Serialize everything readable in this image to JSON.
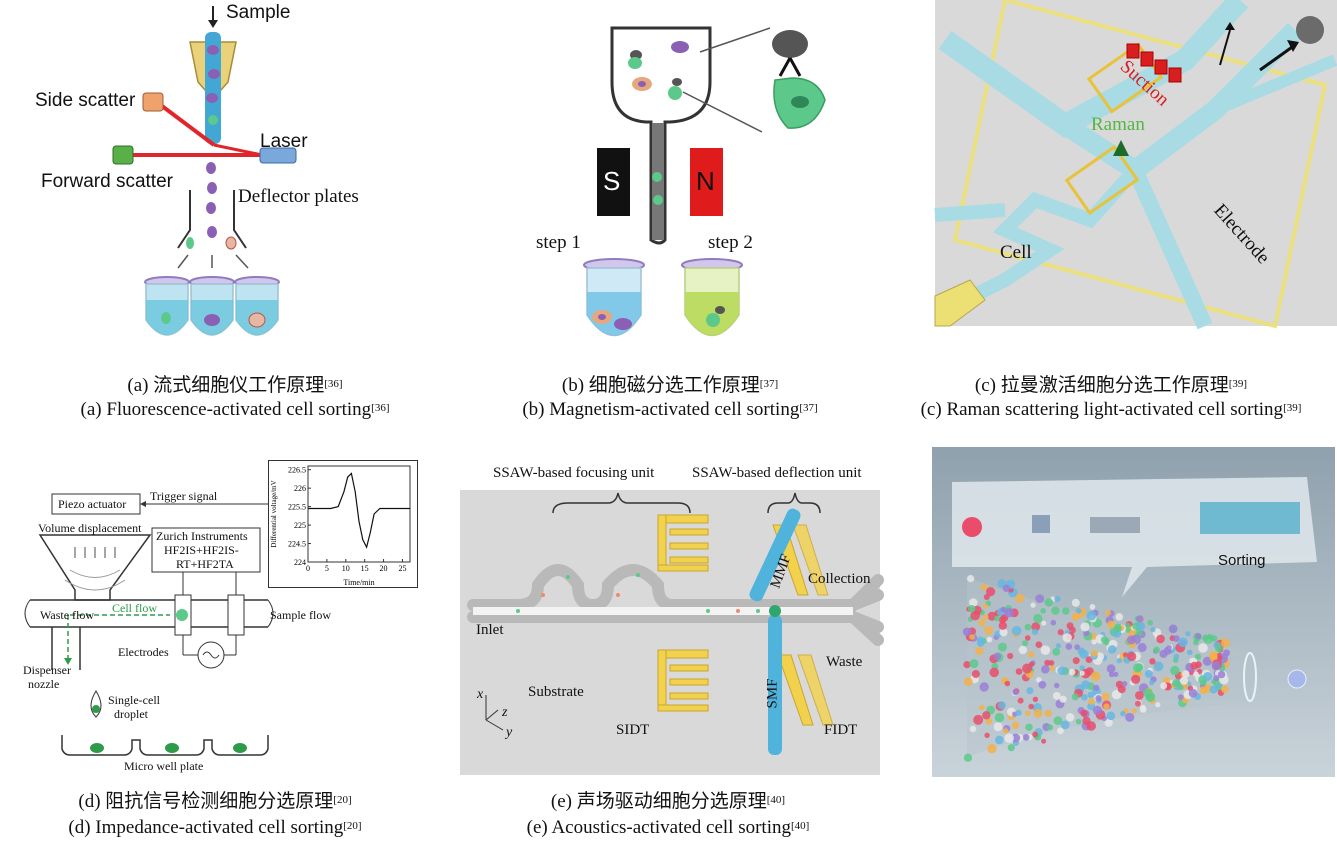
{
  "panel_a": {
    "sample": "Sample",
    "side_scatter": "Side scatter",
    "laser": "Laser",
    "forward_scatter": "Forward scatter",
    "deflector_plates": "Deflector plates",
    "minus_signs": "- - -",
    "plus_signs": "+ + +",
    "caption_cn": "(a) 流式细胞仪工作原理",
    "caption_en": "(a) Fluorescence-activated cell sorting",
    "ref": "[36]"
  },
  "panel_b": {
    "s_label": "S",
    "n_label": "N",
    "step1": "step 1",
    "step2": "step 2",
    "caption_cn": "(b)  细胞磁分选工作原理",
    "caption_en": "(b) Magnetism-activated cell sorting",
    "ref": "[37]"
  },
  "panel_c": {
    "suction": "Suction",
    "raman": "Raman",
    "cell": "Cell",
    "electrode": "Electrode",
    "caption_cn": "(c) 拉曼激活细胞分选工作原理",
    "caption_en": "(c) Raman scattering light-activated cell sorting",
    "ref": "[39]"
  },
  "panel_d": {
    "piezo": "Piezo actuator",
    "trigger": "Trigger signal",
    "volume": "Volume displacement",
    "zurich_1": "Zurich Instruments",
    "zurich_2": "HF2IS+HF2IS-",
    "zurich_3": "RT+HF2TA",
    "waste_flow": "Waste flow",
    "cell_flow": "Cell flow",
    "sample_flow": "Sample flow",
    "electrodes": "Electrodes",
    "dispenser_1": "Dispenser",
    "dispenser_2": "nozzle",
    "single_cell_1": "Single-cell",
    "single_cell_2": "droplet",
    "micro_well": "Micro well plate",
    "caption_cn": "(d) 阻抗信号检测细胞分选原理",
    "caption_en": "(d) Impedance-activated cell sorting",
    "ref": "[20]"
  },
  "panel_e": {
    "focusing": "SSAW-based focusing unit",
    "deflection": "SSAW-based deflection unit",
    "collection": "Collection",
    "mmf": "MMF",
    "inlet": "Inlet",
    "waste": "Waste",
    "substrate": "Substrate",
    "sidt": "SIDT",
    "smf": "SMF",
    "fidt": "FIDT",
    "axis_x": "x",
    "axis_z": "z",
    "axis_y": "y",
    "caption_cn": "(e) 声场驱动细胞分选原理",
    "caption_en": "(e) Acoustics-activated cell sorting",
    "ref": "[40]"
  },
  "panel_f": {
    "sorting": "Sorting"
  },
  "chart_data": {
    "type": "line",
    "xlabel": "Time/min",
    "ylabel": "Differential voltage/mV",
    "x_ticks": [
      "0",
      "5",
      "10",
      "15",
      "20",
      "25"
    ],
    "y_ticks": [
      "224",
      "224.5",
      "225",
      "225.5",
      "226",
      "226.5"
    ],
    "xlim": [
      0,
      27
    ],
    "ylim": [
      224,
      226.6
    ],
    "series": [
      {
        "x": [
          0,
          3,
          6,
          8,
          9.5,
          10.5,
          11.5,
          12.5,
          13.5,
          14.5,
          15.5,
          16.5,
          17.5,
          19,
          22,
          27
        ],
        "y": [
          225.45,
          225.45,
          225.45,
          225.5,
          225.9,
          226.3,
          226.4,
          225.9,
          225.1,
          224.6,
          224.4,
          224.8,
          225.3,
          225.45,
          225.45,
          225.45
        ]
      }
    ]
  },
  "colors": {
    "laser": "#e0262a",
    "magnet_s": "#111111",
    "magnet_n": "#e01b1b",
    "cell_green": "#5cc98a",
    "channel_blue": "#9fd0de",
    "gold_electrode": "#f2d24d",
    "suction_red": "#d81e1e",
    "raman_green": "#52b842"
  }
}
